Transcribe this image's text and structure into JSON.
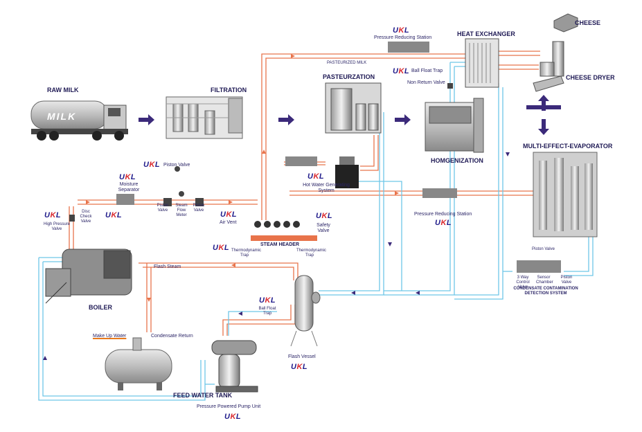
{
  "brand": {
    "ukl_u": "U",
    "ukl_k": "K",
    "ukl_l": "L"
  },
  "colors": {
    "steam": "#e8734a",
    "condensate": "#6ec6e8",
    "text": "#2a2466",
    "arrow": "#3b2a7a",
    "brand_red": "#d9262b"
  },
  "sections": {
    "raw_milk": "RAW MILK",
    "filtration": "FILTRATION",
    "pasteurization": "PASTEURZATION",
    "heat_exchanger": "HEAT EXCHANGER",
    "cheese": "CHEESE",
    "cheese_dryer": "CHEESE DRYER",
    "homogenization": "HOMGENIZATION",
    "evaporator": "MULTI-EFFECT-EVAPORATOR",
    "boiler": "BOILER",
    "feed_water_tank": "FEED WATER TANK",
    "steam_header": "STEAM HEADER"
  },
  "labels": {
    "truck_text": "MILK",
    "pressure_reducing_top": "Pressure Reducing Station",
    "pasteurized_milk": "PASTEURIZED MILK",
    "ball_float_trap_top": "Ball Float Trap",
    "non_return_valve": "Non Return Valve",
    "piston_valve_top": "Piston Valve",
    "moisture_separator": "Moisture Separator",
    "disc_check_valve": "Disc Check Valve",
    "high_pressure_valve": "High Pressure Valve",
    "piston_valve_left": "Piston Valve",
    "steam_flow_meter": "Steam Flow Meter",
    "piston_valve_right": "Piston Valve",
    "air_vent": "Air Vent",
    "safety_valve": "Safety Valve",
    "thermo_trap_left": "Thermodynamic Trap",
    "thermo_trap_right": "Thermodynamic Trap",
    "hot_water_system": "Hot Water Generating System",
    "pressure_reducing_mid": "Pressure Reducing Station",
    "flash_steam": "Flash Steam",
    "make_up_water": "Make Up Water",
    "condensate_return": "Condensate Return",
    "ball_float_trap_bottom": "Ball Float Trap",
    "flash_vessel": "Flash Vessel",
    "pressure_pump_unit": "Pressure Powered Pump Unit",
    "ccd_piston_valve": "Piston Valve",
    "ccd_3way": "3 Way Control Valve",
    "ccd_sensor": "Sensor Chamber",
    "ccd_piston2": "Piston Valve",
    "ccd_title": "CONDENSATE CONTAMINATION DETECTION SYSTEM"
  }
}
